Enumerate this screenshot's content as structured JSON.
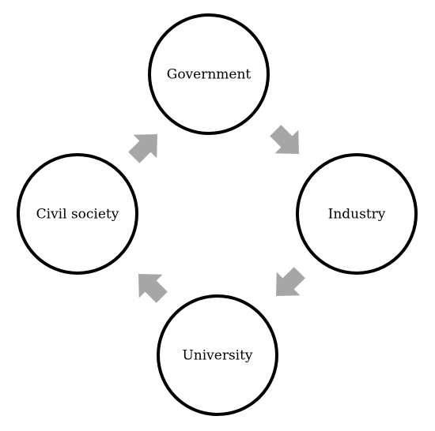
{
  "diagram": {
    "nodes": {
      "government": "Government",
      "industry": "Industry",
      "university": "University",
      "civil_society": "Civil society"
    },
    "arrow_color": "#a6a6a6",
    "circle_stroke_color": "#000000",
    "flow": [
      "Government",
      "Industry",
      "University",
      "Civil society",
      "Government"
    ]
  }
}
